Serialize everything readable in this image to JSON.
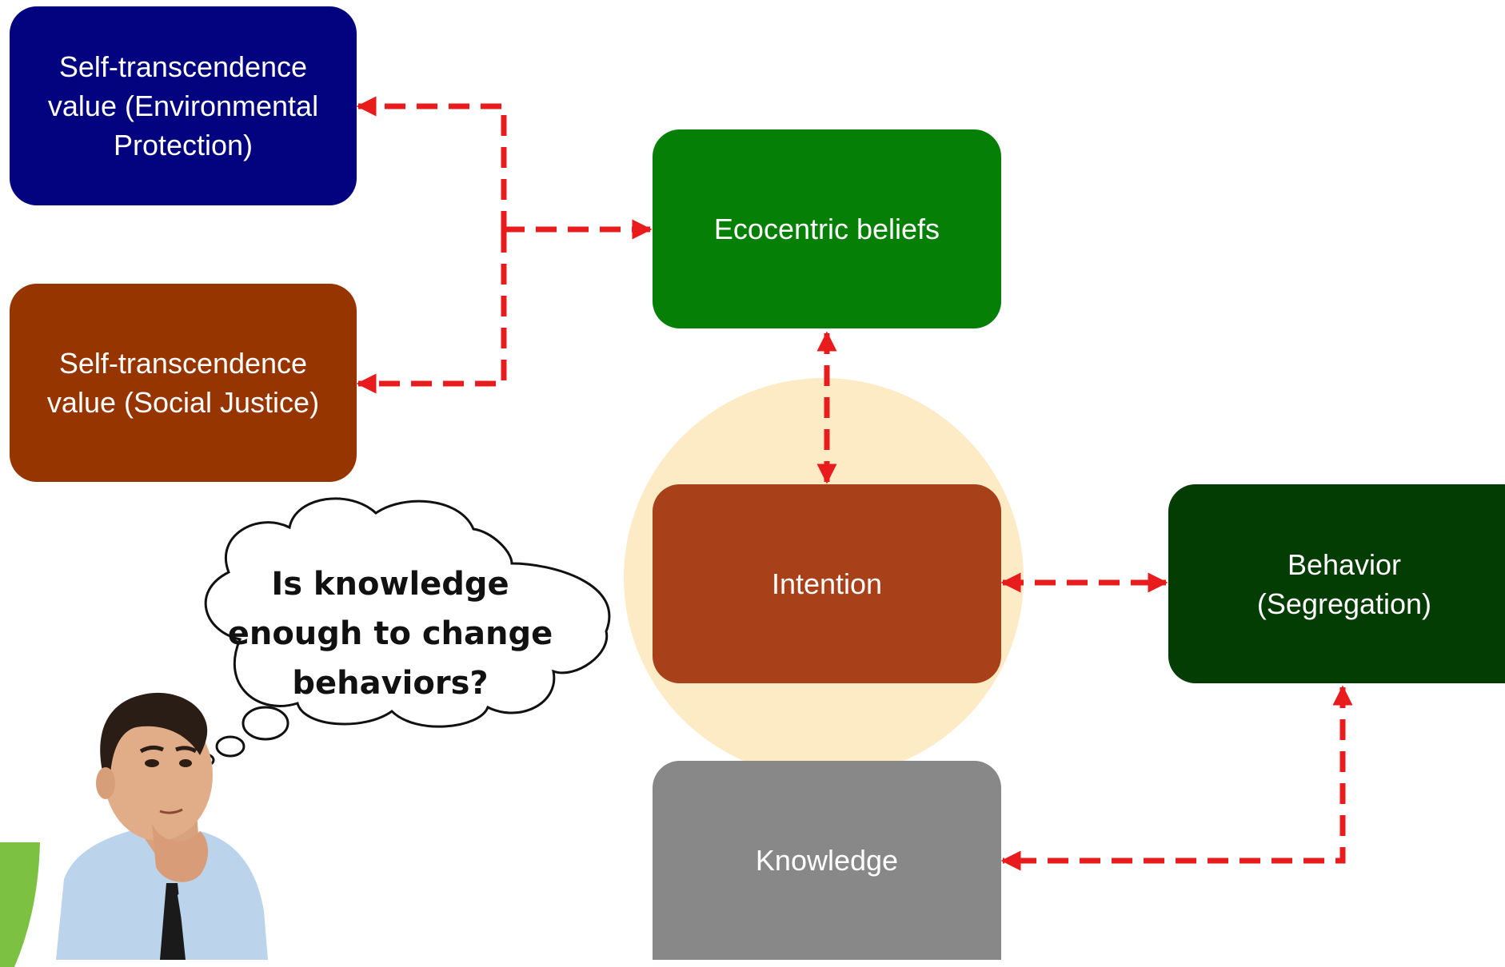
{
  "colors": {
    "environmental": "#03037f",
    "social": "#963500",
    "ecocentric": "#057f05",
    "intention": "#a8401a",
    "behavior": "#033d03",
    "knowledge": "#888888",
    "arrow": "#e81c1c",
    "halo": "#fdebc6",
    "accent_green": "#7cc142"
  },
  "nodes": {
    "environmental": {
      "lines": [
        "Self-transcendence",
        "value (Environmental",
        "Protection)"
      ]
    },
    "social": {
      "lines": [
        "Self-transcendence",
        "value (Social Justice)"
      ]
    },
    "ecocentric": {
      "label": "Ecocentric beliefs"
    },
    "intention": {
      "label": "Intention"
    },
    "behavior": {
      "lines": [
        "Behavior",
        "(Segregation)"
      ]
    },
    "knowledge": {
      "label": "Knowledge"
    }
  },
  "thought_bubble": {
    "text": "Is knowledge\nenough to change\nbehaviors?"
  },
  "icons": {
    "person": "thinking-man-illustration",
    "cloud": "thought-cloud-icon",
    "arrow": "dashed-arrow"
  }
}
